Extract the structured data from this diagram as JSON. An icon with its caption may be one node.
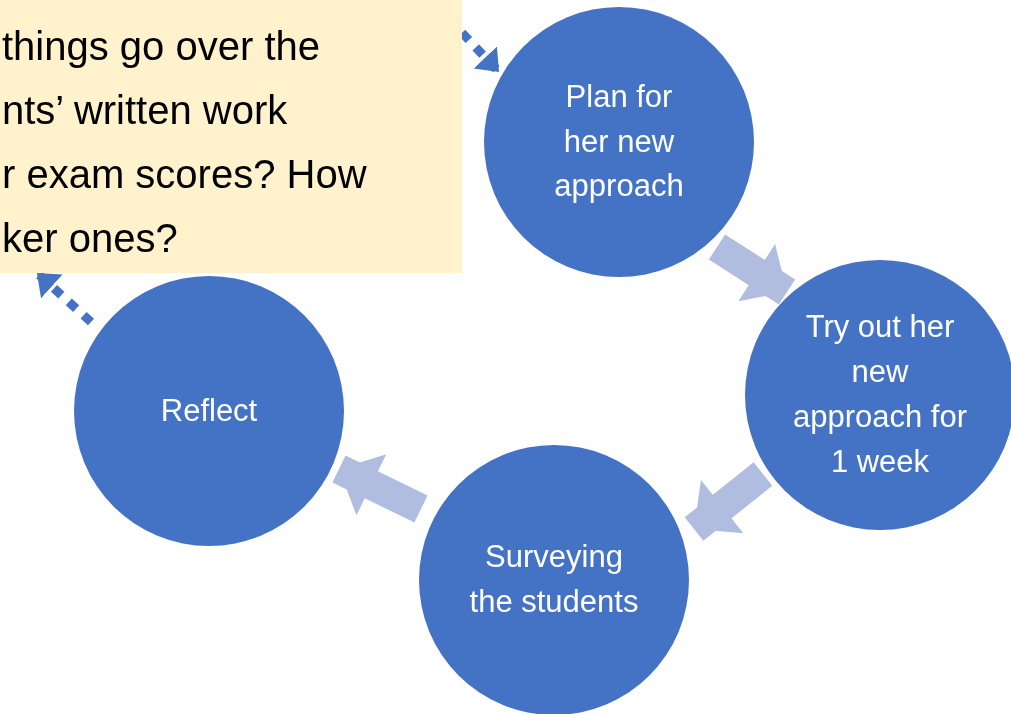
{
  "diagram": {
    "nodes": [
      {
        "text": [
          "things go over the nts’ written work r exam scores? How ker ones?"
        ]
      },
      {
        "text": [
          "Plan for her new approach"
        ]
      },
      {
        "text": [
          "Try out her new approach for 1 week"
        ]
      },
      {
        "text": [
          "Surveying the students"
        ]
      },
      {
        "text": [
          "Reflect"
        ]
      }
    ],
    "edges": [
      {
        "from": 0,
        "to": 1,
        "arrow": "to",
        "style": "dashed",
        "color": "#4472c4"
      },
      {
        "from": 1,
        "to": 2,
        "arrow": "to"
      },
      {
        "from": 2,
        "to": 3,
        "arrow": "to"
      },
      {
        "from": 3,
        "to": 4,
        "arrow": "to"
      },
      {
        "from": 4,
        "to": 0,
        "arrow": "to",
        "style": "dashed",
        "color": "#4472c4"
      }
    ]
  }
}
